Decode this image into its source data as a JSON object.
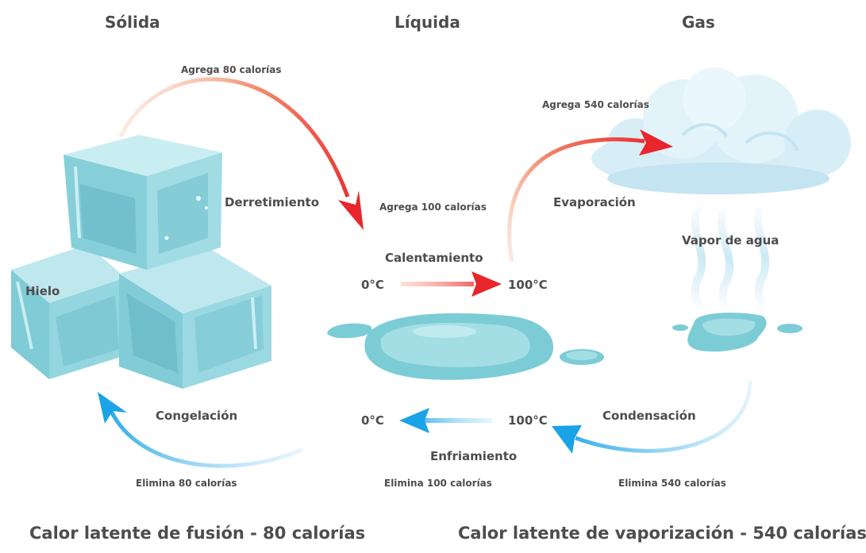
{
  "headers": {
    "solid": "Sólida",
    "liquid": "Líquida",
    "gas": "Gas"
  },
  "ice": {
    "label": "Hielo"
  },
  "processes": {
    "melting": "Derretimiento",
    "heating": "Calentamiento",
    "evaporation": "Evaporación",
    "vapor": "Vapor de agua",
    "freezing": "Congelación",
    "cooling": "Enfriamiento",
    "condensation": "Condensación"
  },
  "energy": {
    "add_80": "Agrega 80 calorías",
    "add_100": "Agrega 100 calorías",
    "add_540": "Agrega 540 calorías",
    "remove_80": "Elimina 80 calorías",
    "remove_100": "Elimina 100 calorías",
    "remove_540": "Elimina 540 calorías"
  },
  "temperatures": {
    "heat_start": "0°C",
    "heat_end": "100°C",
    "cool_start": "100°C",
    "cool_end": "0°C"
  },
  "footer": {
    "fusion": "Calor latente de fusión - 80 calorías",
    "vaporization": "Calor latente de vaporización - 540 calorías"
  },
  "colors": {
    "heat_arrow": "#e8262b",
    "cool_arrow": "#1aa3e6",
    "ice": "#8fd3db",
    "water": "#7cccd6",
    "cloud": "#d8eef7",
    "text": "#4d4d4d"
  }
}
